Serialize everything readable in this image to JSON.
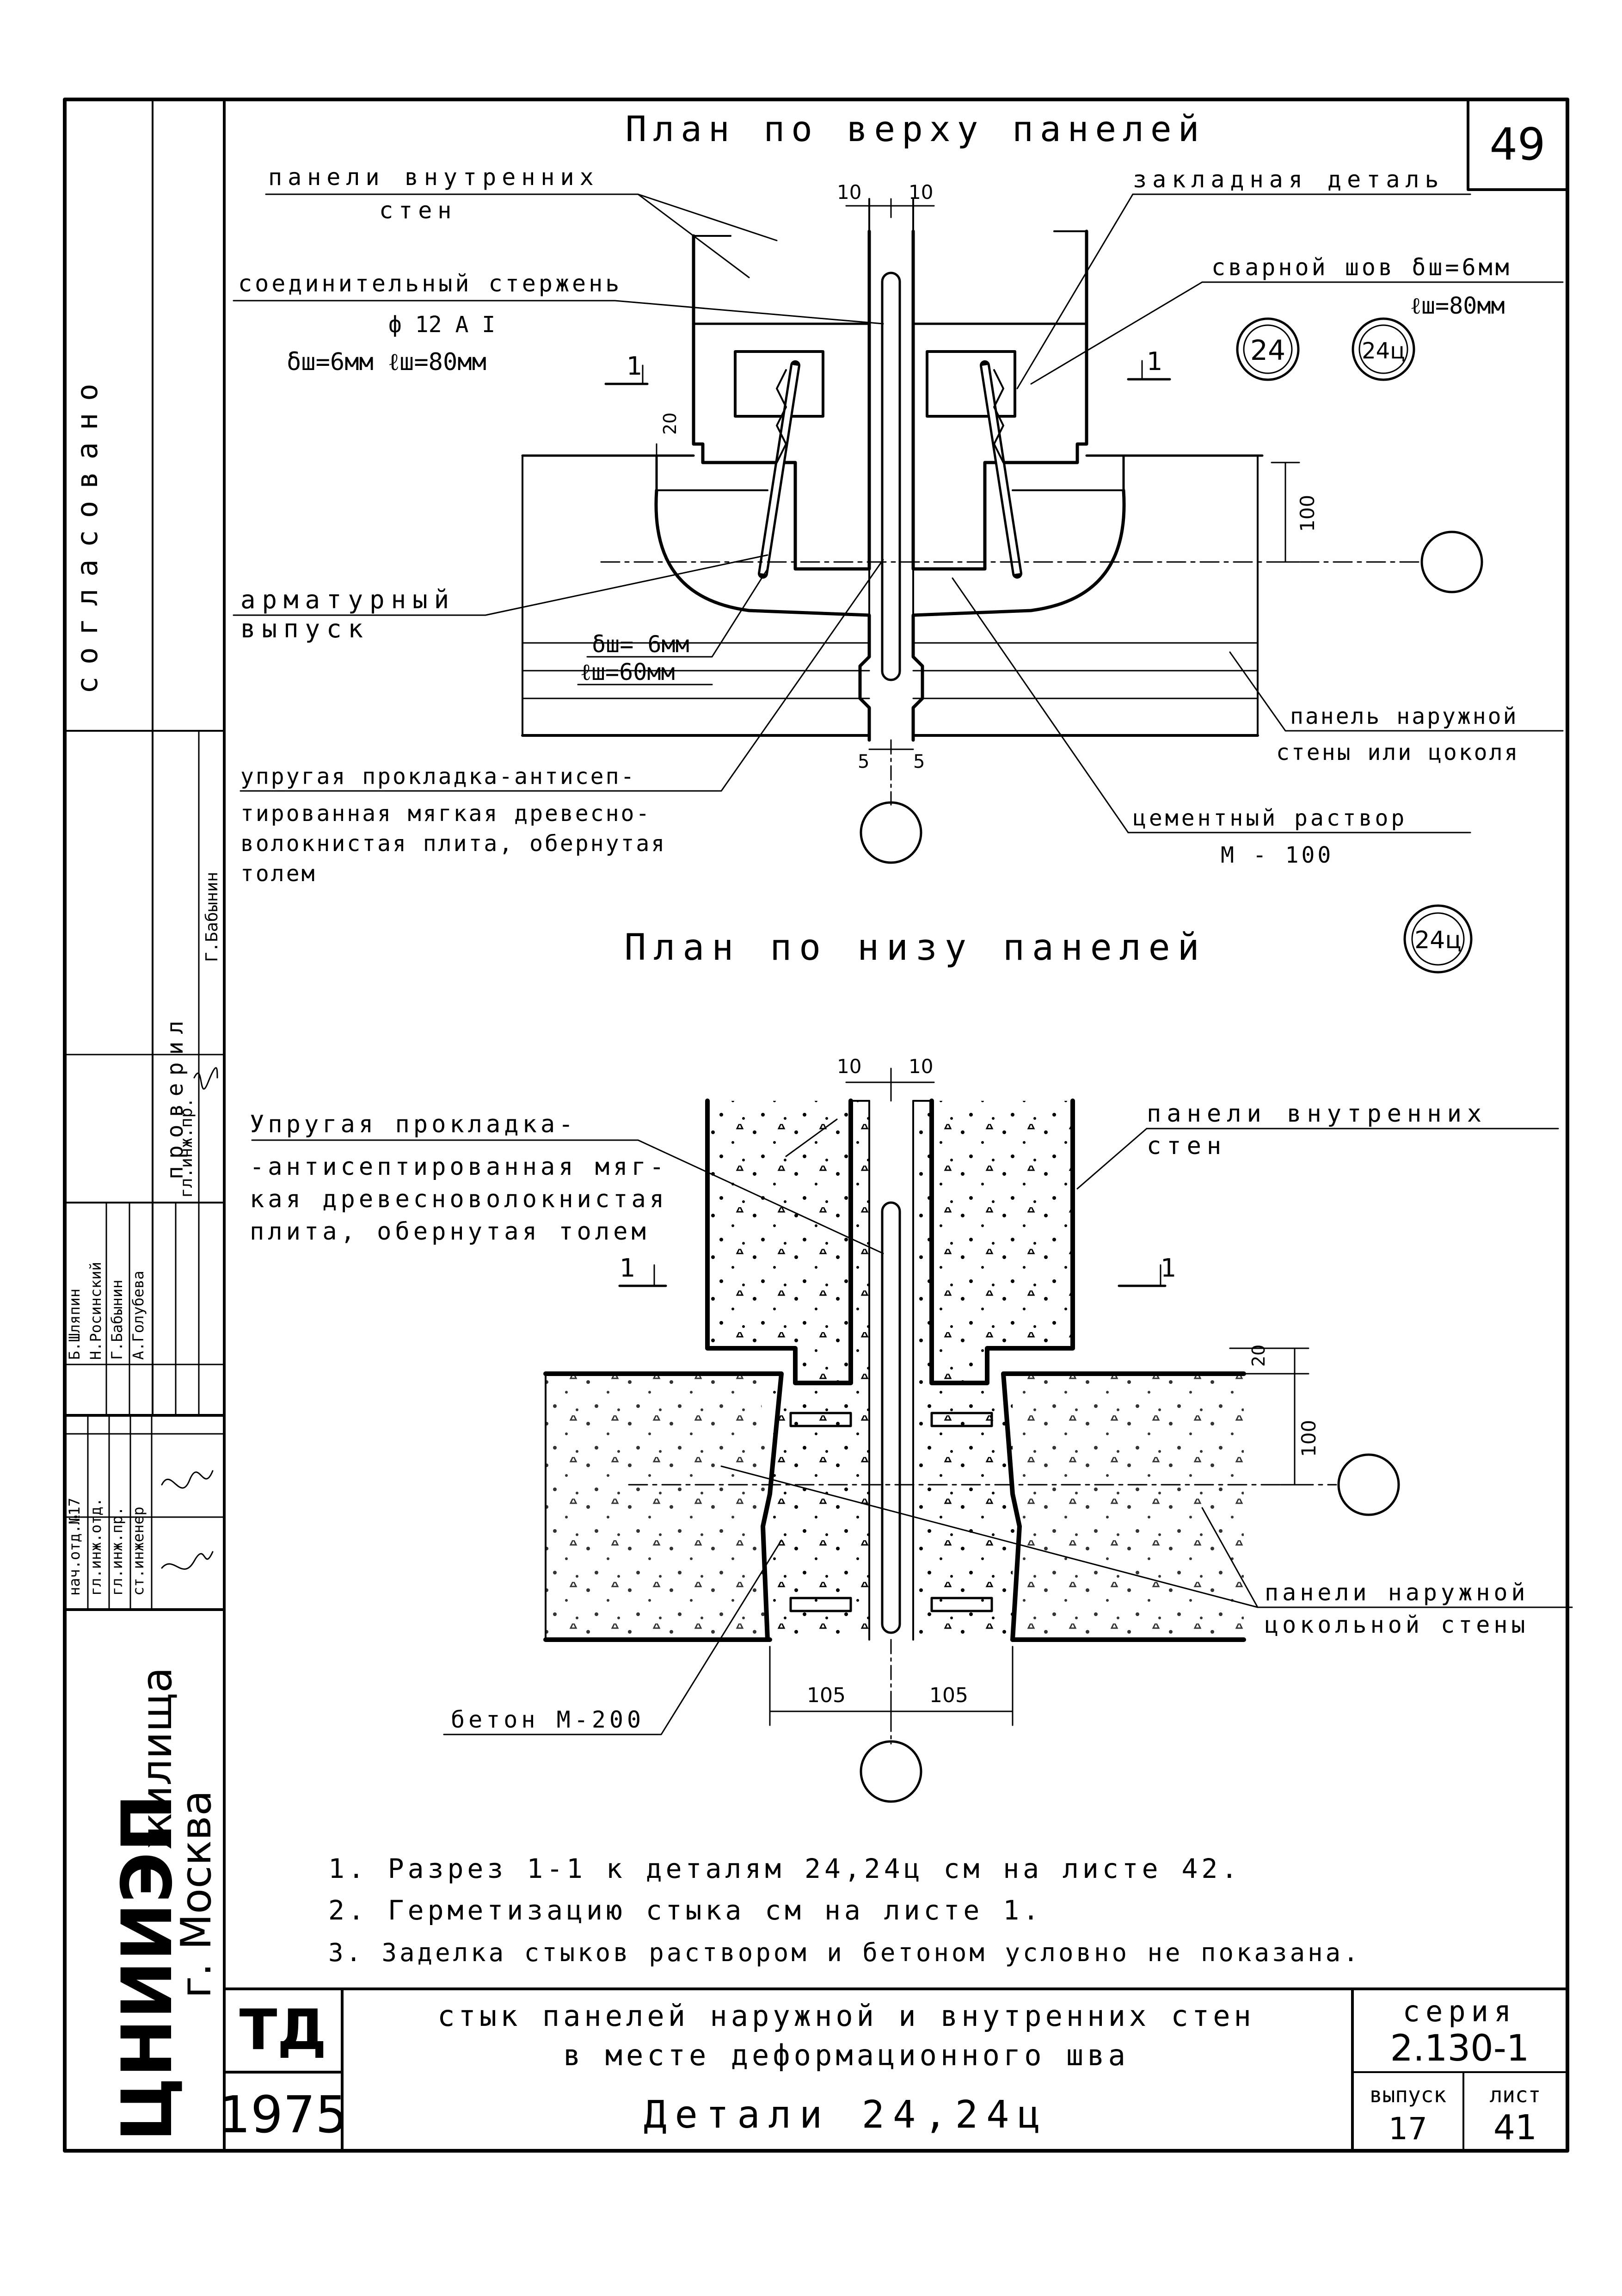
{
  "sheet_number": "49",
  "top_plan": {
    "title": "План по верху панелей",
    "inner_panels_label_1": "панели внутренних",
    "inner_panels_label_2": "стен",
    "rod_label_1": "соединительный стержень",
    "rod_label_2": "ф 12 А I",
    "rod_weld": "δш=6мм  ℓш=80мм",
    "embedded_part": "закладная деталь",
    "weld_label_1": "сварной шов δш=6мм",
    "weld_label_2": "ℓш=80мм",
    "marks": [
      "24",
      "24ц"
    ],
    "section_mark_left": "1",
    "section_mark_right": "1",
    "dim_10_left": "10",
    "dim_10_right": "10",
    "dim_20": "20",
    "dim_100": "100",
    "dim_5_left": "5",
    "dim_5_right": "5",
    "rebar_outlet_1": "арматурный",
    "rebar_outlet_2": "выпуск",
    "weld_small_1": "δш= 6мм",
    "weld_small_2": "ℓш=60мм",
    "outer_panel_1": "панель наружной",
    "outer_panel_2": "стены или цоколя",
    "gasket_1": "упругая прокладка-антисеп-",
    "gasket_2": "тированная мягкая древесно-",
    "gasket_3": "волокнистая плита, обернутая",
    "gasket_4": "толем",
    "mortar_1": "цементный раствор",
    "mortar_2": "М - 100"
  },
  "bottom_plan": {
    "title": "План по низу панелей",
    "mark": "24ц",
    "dim_10_left": "10",
    "dim_10_right": "10",
    "gasket_1": "Упругая прокладка-",
    "gasket_2": "-антисептированная мяг-",
    "gasket_3": "кая древесноволокнистая",
    "gasket_4": "плита, обернутая толем",
    "inner_panels_1": "панели внутренних",
    "inner_panels_2": "стен",
    "section_mark_left": "1",
    "section_mark_right": "1",
    "dim_20": "20",
    "dim_100": "100",
    "outer_panels_1": "панели наружной",
    "outer_panels_2": "цокольной стены",
    "concrete": "бетон М-200",
    "dim_105_left": "105",
    "dim_105_right": "105"
  },
  "notes": [
    "1. Разрез 1-1 к деталям 24,24ц см на листе 42.",
    "2. Герметизацию стыка см на листе 1.",
    "3. Заделка стыков раствором и бетоном условно не показана."
  ],
  "left_column": {
    "agreed": "согласовано",
    "checked": "проверил",
    "checked_role": "гл.инж.пр.",
    "checked_name": "Г.Бабынин",
    "roles": [
      "нач.отд.№17",
      "гл.инж.отд.",
      "гл.инж.пр.",
      "ст.инженер"
    ],
    "names": [
      "Б.Шляпин",
      "Н.Росинский",
      "Г.Бабынин",
      "А.Голубева"
    ],
    "org": "ЦНИИЭП",
    "org_suffix": "жилища",
    "city": "г. Москва"
  },
  "title_block": {
    "td": "ТД",
    "year": "1975",
    "desc_1": "стык панелей наружной и внутренних стен",
    "desc_2": "в месте деформационного шва",
    "desc_3": "Детали 24,24ц",
    "series_label": "серия",
    "series_value": "2.130-1",
    "issue_label": "выпуск",
    "issue_value": "17",
    "sheet_label": "лист",
    "sheet_value": "41"
  }
}
